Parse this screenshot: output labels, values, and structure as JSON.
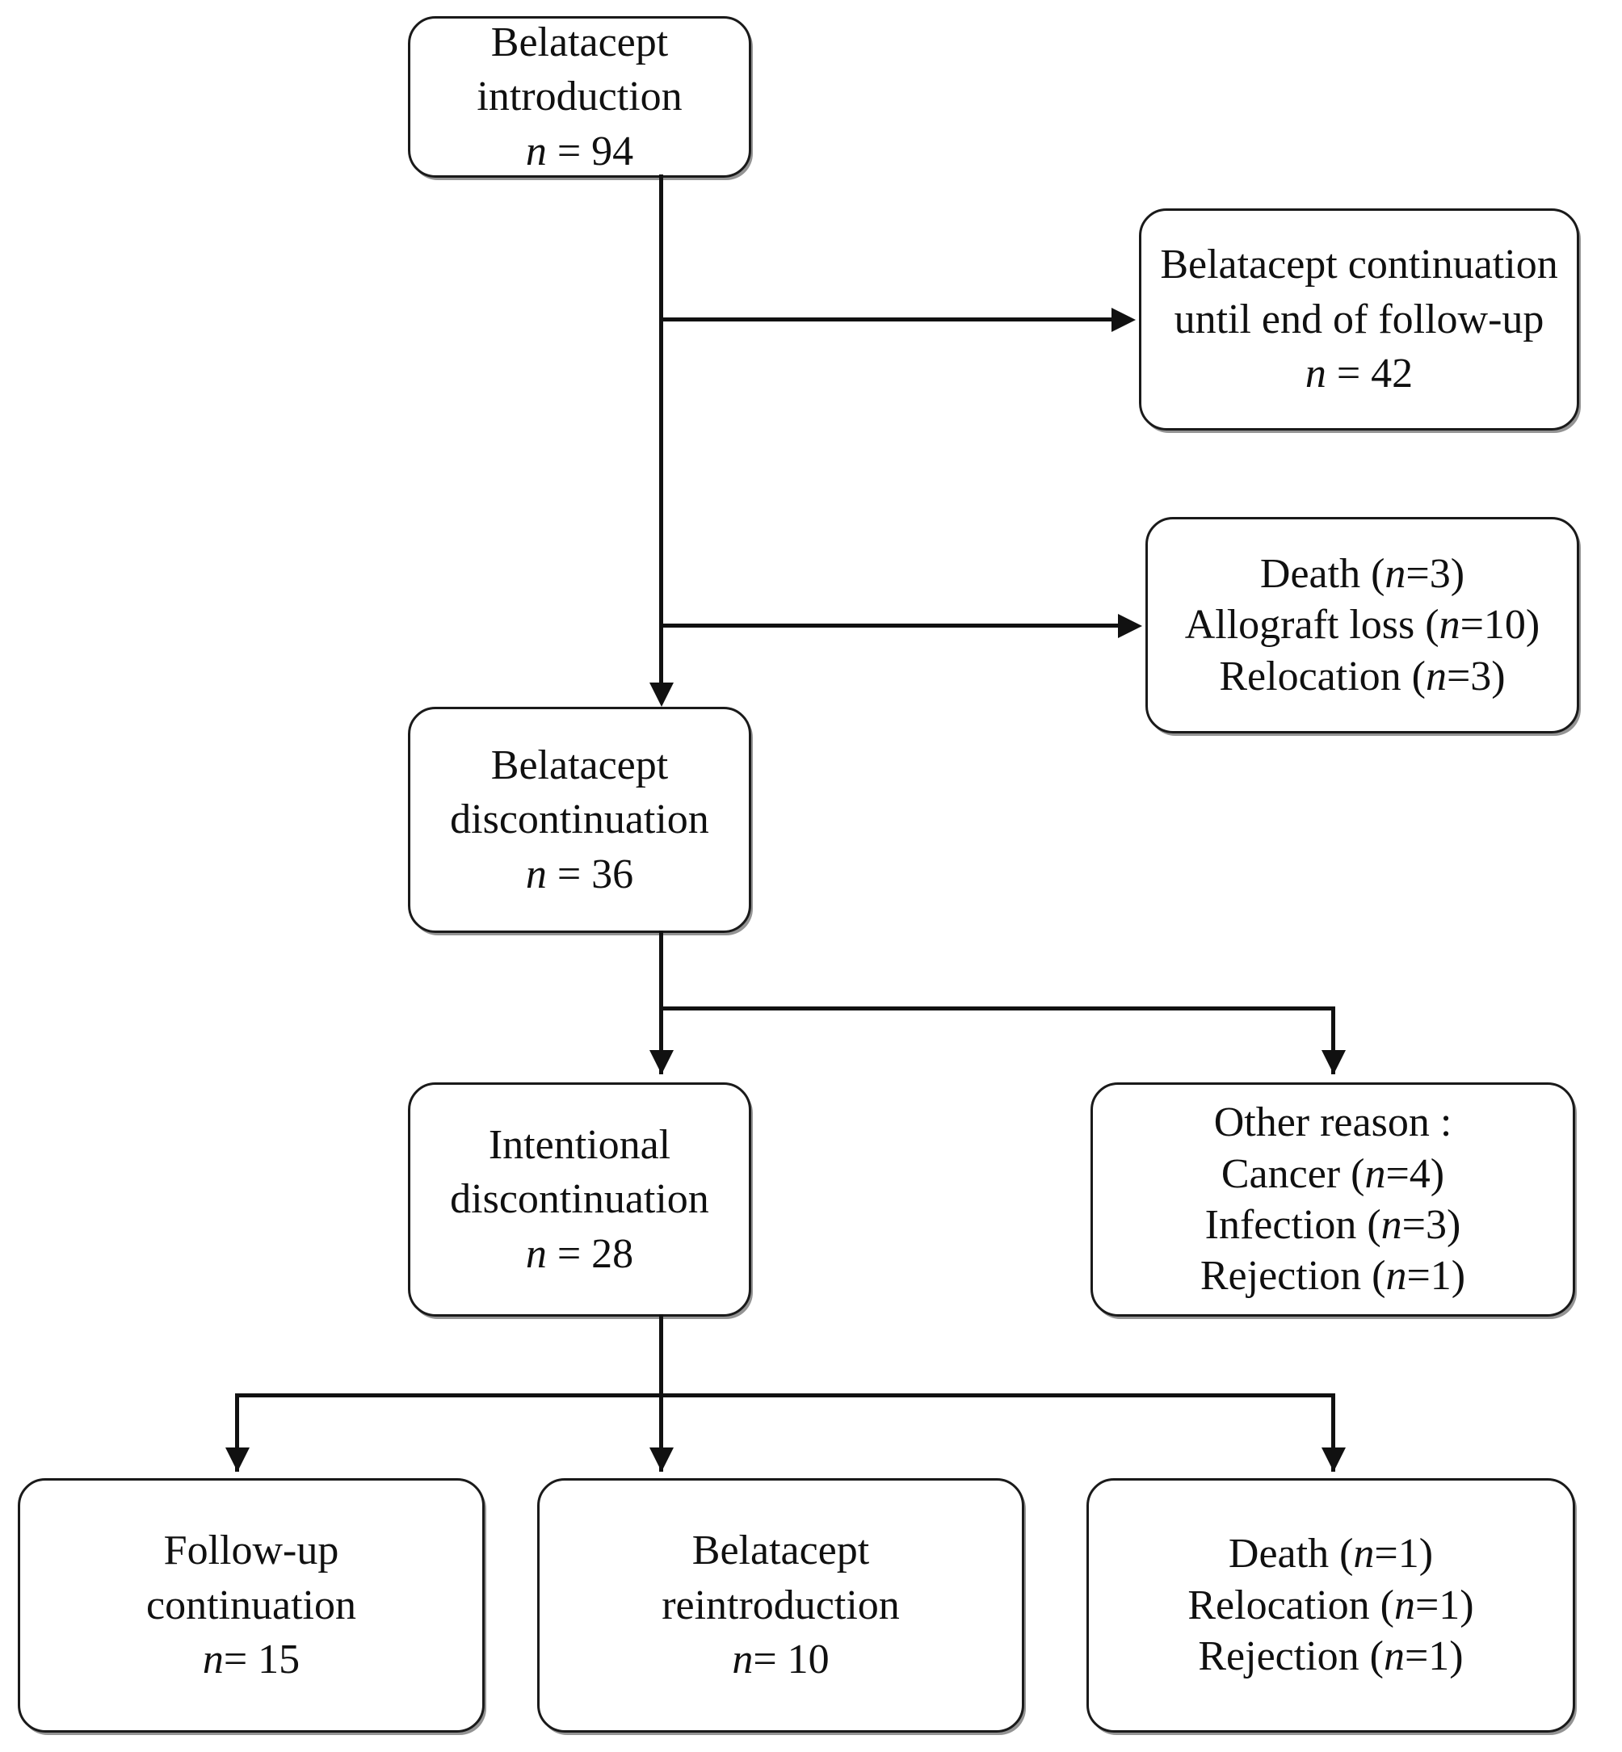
{
  "diagram": {
    "type": "flowchart",
    "title": "Belatacept study flow diagram",
    "nodes": {
      "introduction": {
        "name": "belatacept-introduction",
        "line1": "Belatacept",
        "line2": "introduction",
        "n_label": "n",
        "n_sep": " = ",
        "n_value": "94"
      },
      "continuation": {
        "name": "belatacept-continuation",
        "line1": "Belatacept continuation",
        "line2": "until end of follow-up",
        "n_label": "n",
        "n_sep": " = ",
        "n_value": "42"
      },
      "attrition": {
        "name": "attrition-reasons",
        "items": [
          {
            "reason": "Death",
            "open": " (",
            "n_label": "n",
            "eq": "=",
            "n_value": "3",
            "close": ")"
          },
          {
            "reason": "Allograft loss",
            "open": " (",
            "n_label": "n",
            "eq": "=",
            "n_value": "10",
            "close": ")"
          },
          {
            "reason": "Relocation",
            "open": " (",
            "n_label": "n",
            "eq": "=",
            "n_value": "3",
            "close": ")"
          }
        ]
      },
      "discontinuation": {
        "name": "belatacept-discontinuation",
        "line1": "Belatacept",
        "line2": "discontinuation",
        "n_label": "n",
        "n_sep": " = ",
        "n_value": "36"
      },
      "intentional": {
        "name": "intentional-discontinuation",
        "line1": "Intentional",
        "line2": "discontinuation",
        "n_label": "n",
        "n_sep": " = ",
        "n_value": "28"
      },
      "other_reason": {
        "name": "other-reason",
        "heading": "Other reason :",
        "items": [
          {
            "reason": "Cancer",
            "open": " (",
            "n_label": "n",
            "eq": "=",
            "n_value": "4",
            "close": ")"
          },
          {
            "reason": "Infection",
            "open": " (",
            "n_label": "n",
            "eq": "=",
            "n_value": "3",
            "close": ")"
          },
          {
            "reason": "Rejection",
            "open": " (",
            "n_label": "n",
            "eq": "=",
            "n_value": "1",
            "close": ")"
          }
        ]
      },
      "followup": {
        "name": "follow-up-continuation",
        "line1": "Follow-up",
        "line2": "continuation",
        "n_label": "n",
        "n_sep": "= ",
        "n_value": "15"
      },
      "reintroduction": {
        "name": "belatacept-reintroduction",
        "line1": "Belatacept",
        "line2": "reintroduction",
        "n_label": "n",
        "n_sep": "= ",
        "n_value": "10"
      },
      "outcomes": {
        "name": "post-discontinuation-outcomes",
        "items": [
          {
            "reason": "Death",
            "open": " (",
            "n_label": "n",
            "eq": "=",
            "n_value": "1",
            "close": ")"
          },
          {
            "reason": "Relocation",
            "open": " (",
            "n_label": "n",
            "eq": "=",
            "n_value": "1",
            "close": ")"
          },
          {
            "reason": "Rejection",
            "open": " (",
            "n_label": "n",
            "eq": "=",
            "n_value": "1",
            "close": ")"
          }
        ]
      }
    },
    "colors": {
      "stroke": "#111111",
      "box_border": "#1a1a1a",
      "background": "#ffffff",
      "text": "#101010"
    }
  }
}
